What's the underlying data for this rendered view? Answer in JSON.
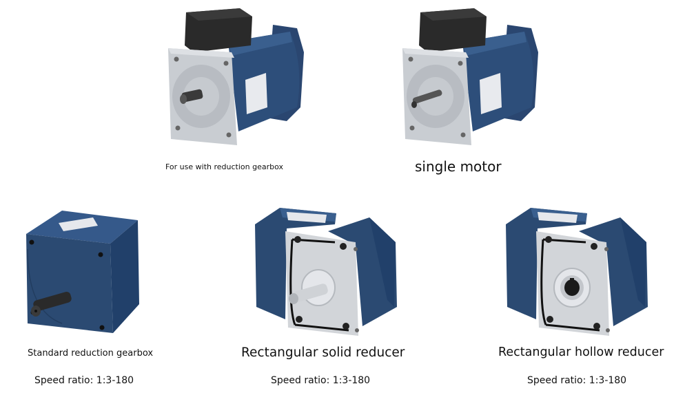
{
  "top_row": [
    {
      "id": "motor-for-gearbox",
      "image_icon": "gear-motor-pinion-shaft-icon",
      "caption": "For use with reduction gearbox"
    },
    {
      "id": "single-motor",
      "image_icon": "motor-round-shaft-icon",
      "caption": "single motor"
    }
  ],
  "bottom_row": [
    {
      "id": "standard-gearbox",
      "image_icon": "square-gearbox-icon",
      "caption": "Standard reduction gearbox",
      "spec": "Speed ratio: 1:3-180"
    },
    {
      "id": "rect-solid-reducer",
      "image_icon": "rectangular-solid-reducer-icon",
      "caption": "Rectangular solid reducer",
      "spec": "Speed ratio: 1:3-180"
    },
    {
      "id": "rect-hollow-reducer",
      "image_icon": "rectangular-hollow-reducer-icon",
      "caption": "Rectangular hollow reducer",
      "spec": "Speed ratio: 1:3-180"
    }
  ],
  "colors": {
    "motor_blue": "#2b4a72",
    "motor_blue_dark": "#1c3352",
    "terminal_box": "#2a2a2a",
    "flange_silver": "#c9cdd2",
    "text": "#111111",
    "background": "#ffffff"
  }
}
